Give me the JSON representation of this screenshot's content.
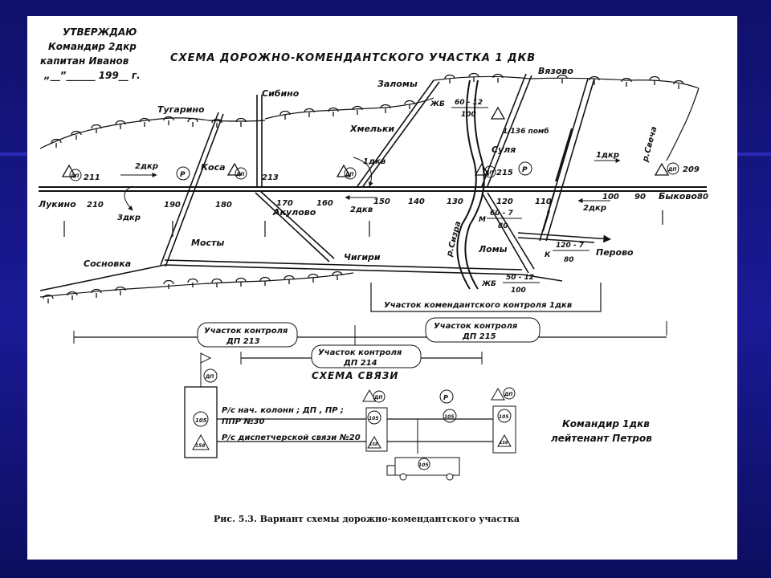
{
  "approval": {
    "line1": "УТВЕРЖДАЮ",
    "line2": "Командир 2дкр",
    "line3": "капитан   Иванов",
    "line4": "„__”______ 199__ г."
  },
  "title": "СХЕМА ДОРОЖНО-КОМЕНДАНТСКОГО УЧАСТКА 1 ДКВ",
  "villages": {
    "zalomy": "Заломы",
    "vyazovo": "Вязово",
    "sibino": "Сибино",
    "tugarino": "Тугарино",
    "khmelki": "Хмельки",
    "sulya": "Суля",
    "kosa": "Коса",
    "lukino": "Лукино",
    "akulovo": "Акулово",
    "bykovo": "Быково",
    "mosty": "Мосты",
    "sosnovka": "Сосновка",
    "chigiri": "Чигири",
    "lomy": "Ломы",
    "perovo": "Перово"
  },
  "posts": {
    "dp211": "211",
    "dp213": "213",
    "dp215": "215",
    "dp209": "209"
  },
  "km": {
    "k210": "210",
    "k190": "190",
    "k180": "180",
    "k170": "170",
    "k160": "160",
    "k150": "150",
    "k140": "140",
    "k130": "130",
    "k120": "120",
    "k110": "110",
    "k100": "100",
    "k90": "90",
    "k80": "80"
  },
  "units": {
    "dkr2_left": "2дкр",
    "dkr3": "3дкр",
    "dkv1": "1дкв",
    "dkv2": "2дкв",
    "dkr1": "1дкр",
    "dkr2_right": "2дкр",
    "pomb": "1/136 помб"
  },
  "bridges": {
    "b1_kind": "ЖБ",
    "b1_top": "60 - 12",
    "b1_bot": "100",
    "b2_kind": "М",
    "b2_top": "60 - 7",
    "b2_bot": "80",
    "b3_kind": "К",
    "b3_top": "120 - 7",
    "b3_bot": "80",
    "b4_kind": "ЖБ",
    "b4_top": "50 - 12",
    "b4_bot": "100"
  },
  "river": "р.Сизра",
  "river2": "р.Свеча",
  "zones": {
    "kk": "Участок комендантского контроля 1дкв",
    "c213a": "Участок контроля",
    "c213b": "ДП 213",
    "c215a": "Участок контроля",
    "c215b": "ДП 215",
    "c214a": "Участок контроля",
    "c214b": "ДП 214"
  },
  "comms": {
    "title": "СХЕМА СВЯЗИ",
    "line1": "Р/с нач. колонн ; ДП , ПР ;",
    "line2": "ППР №30",
    "line3": "Р/с диспетчерской связи №20"
  },
  "symbols": {
    "dp": "ДП",
    "p": "Р",
    "r105": "105",
    "r158": "158"
  },
  "commander": {
    "line1": "Командир 1дкв",
    "line2": "лейтенант Петров"
  },
  "caption": "Рис. 5.3. Вариант схемы дорожно-комендантского участка"
}
